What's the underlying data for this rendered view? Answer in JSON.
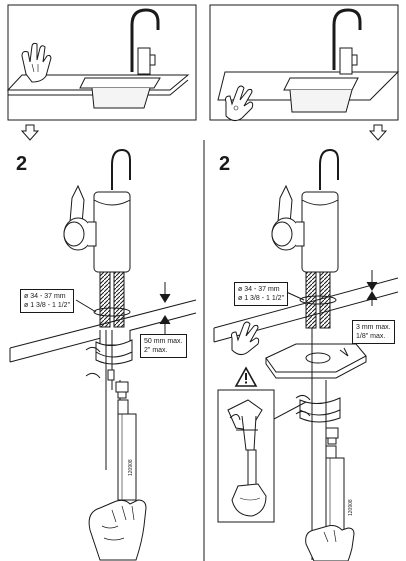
{
  "panels": [
    {
      "step": "2",
      "hole_diameter": [
        "ø 34 - 37 mm",
        "ø 1 3/8 - 1 1/2\""
      ],
      "thickness": [
        "50 mm max.",
        "2\" max."
      ],
      "code": "120908"
    },
    {
      "step": "2",
      "hole_diameter": [
        "ø 34 - 37 mm",
        "ø 1 3/8 - 1 1/2\""
      ],
      "thickness": [
        "3 mm max.",
        "1/8\" max."
      ],
      "code": "120908"
    }
  ],
  "icons": [
    "hand-pointing-icon",
    "hand-ok-icon",
    "arrow-down-icon",
    "warning-icon",
    "hand-wrench-icon"
  ]
}
